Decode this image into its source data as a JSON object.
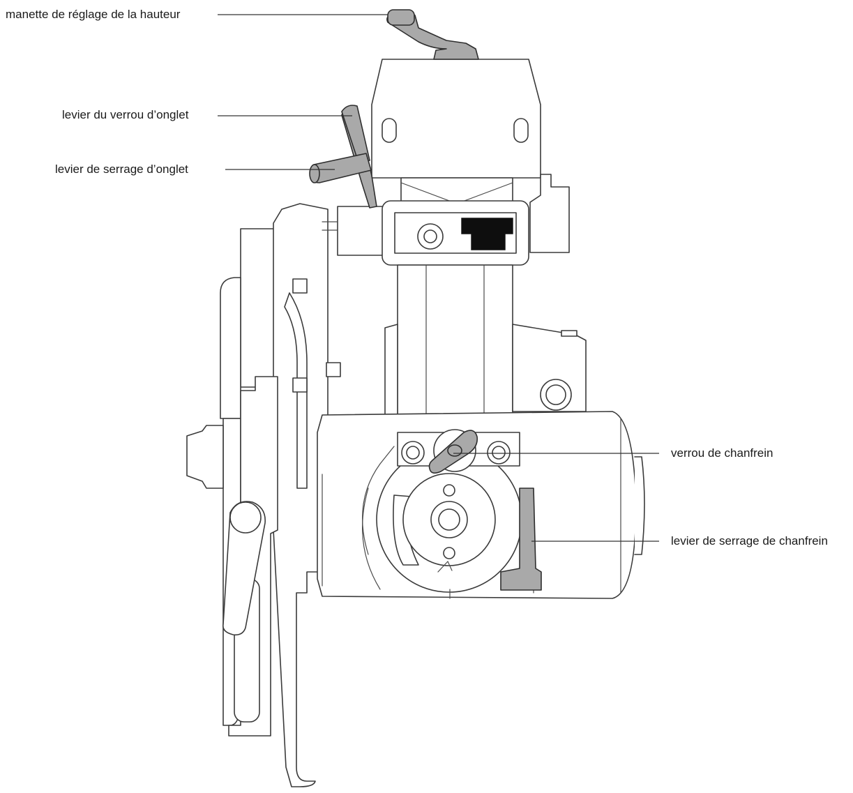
{
  "labels": {
    "height_adjust_knob": "manette de réglage de la hauteur",
    "miter_lock_lever": "levier du verrou d’onglet",
    "miter_clamp_lever": "levier de serrage d’onglet",
    "bevel_lock": "verrou de chanfrein",
    "bevel_clamp_lever": "levier de serrage de chanfrein"
  },
  "colors": {
    "line": "#3a3a3a",
    "highlight_part": "#a9a9a9",
    "dark_part": "#0e0e0e",
    "background": "#ffffff"
  }
}
